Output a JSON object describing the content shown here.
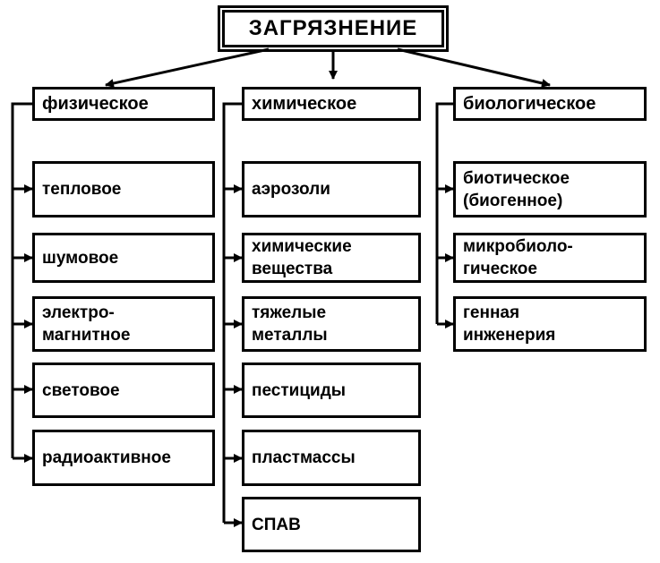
{
  "title": "ЗАГРЯЗНЕНИЕ",
  "categories": [
    {
      "label": "физическое",
      "items": [
        "тепловое",
        "шумовое",
        "электро-\nмагнитное",
        "световое",
        "радиоактивное"
      ]
    },
    {
      "label": "химическое",
      "items": [
        "аэрозоли",
        "химические\nвещества",
        "тяжелые\nметаллы",
        "пестициды",
        "пластмассы",
        "СПАВ"
      ]
    },
    {
      "label": "биологическое",
      "items": [
        "биотическое\n(биогенное)",
        "микробиоло-\nгическое",
        "генная\nинженерия"
      ]
    }
  ]
}
